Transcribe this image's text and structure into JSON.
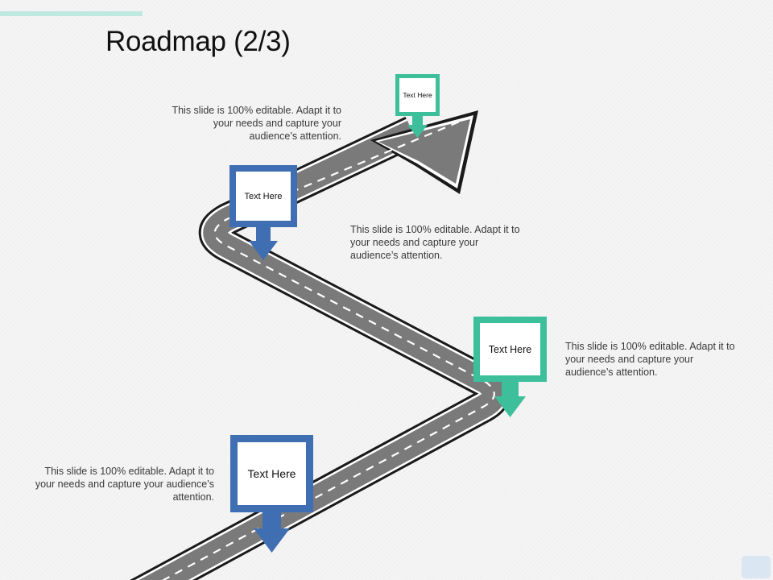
{
  "title": "Roadmap (2/3)",
  "colors": {
    "teal": "#3dbf9b",
    "blue": "#3f6fb2",
    "road": "#7a7a7a",
    "road_edge": "#1a1a1a"
  },
  "milestones": [
    {
      "label": "Text Here",
      "description": "This slide is 100% editable. Adapt it to your needs and capture your audience’s attention.",
      "color": "blue"
    },
    {
      "label": "Text Here",
      "description": "This slide is 100% editable. Adapt it to your needs and capture your audience’s attention.",
      "color": "teal"
    },
    {
      "label": "Text Here",
      "description": "This slide is 100% editable. Adapt it to your needs and capture your audience’s attention.",
      "color": "blue"
    },
    {
      "label": "Text Here",
      "description": "This slide is 100% editable. Adapt it to your needs and capture your audience’s attention.",
      "color": "teal"
    }
  ]
}
